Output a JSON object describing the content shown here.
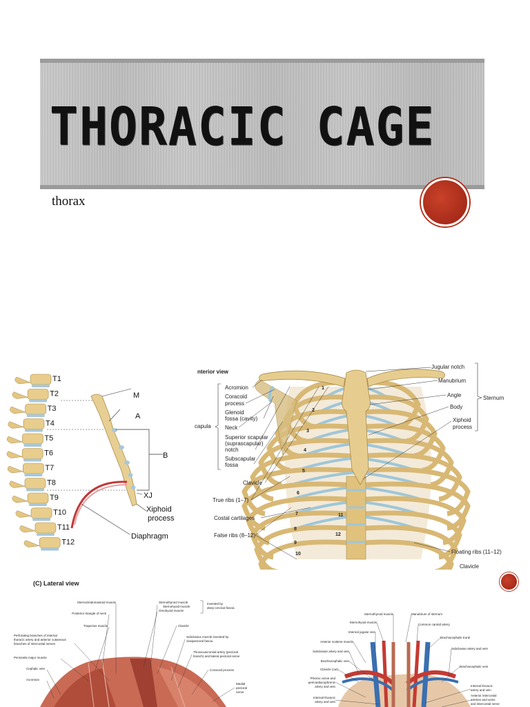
{
  "slide": {
    "title": "THORACIC CAGE",
    "subtitle": "thorax"
  },
  "spine_figure": {
    "vertebrae": [
      "T1",
      "T2",
      "T3",
      "T4",
      "T5",
      "T6",
      "T7",
      "T8",
      "T9",
      "T10",
      "T11",
      "T12"
    ],
    "sternum_labels": {
      "m": "M",
      "a": "A",
      "b": "B",
      "xj": "XJ"
    },
    "xiphoid_label": [
      "Xiphoid",
      "process"
    ],
    "diaphragm_label": "Diaphragm"
  },
  "anterior_figure": {
    "view_label": "nterior view",
    "scapula_label": "capula",
    "scapula_parts": [
      "Acromion",
      "Coracoid",
      "process",
      "Glenoid",
      "fossa (cavity)",
      "Neck",
      "Superior scapular",
      "(suprascapular)",
      "notch",
      "Subscapular",
      "fossa"
    ],
    "left_labels": {
      "clavicle": "Clavicle",
      "true_ribs": "True ribs (1–7)",
      "costal": "Costal cartilages",
      "false_ribs": "False ribs (8–12)"
    },
    "right_labels": {
      "jugular": "Jugular notch",
      "manubrium": "Manubrium",
      "angle": "Angle",
      "body": "Body",
      "xiphoid": "Xiphoid",
      "process": "process",
      "sternum": "Sternum",
      "floating": "Floating ribs (11–12)",
      "clavicle_cut": "Clavicle"
    },
    "rib_numbers": [
      "1",
      "2",
      "3",
      "4",
      "5",
      "6",
      "7",
      "8",
      "9",
      "10",
      "11",
      "12"
    ]
  },
  "lateral_figure": {
    "view_label": "(C) Lateral view",
    "labels": [
      "Sternocleidomastoid muscle",
      "Posterior triangle of neck",
      "Trapezius muscle",
      "Perforating branches of internal",
      "thoracic artery and anterior cutaneous",
      "branches of intercostal nerves",
      "Pectoralis major muscle",
      "Cephalic vein",
      "Acromion",
      "Sternothyroid muscle",
      "Sternohyoid muscle",
      "Omohyoid muscle",
      "Invested by",
      "deep cervical fascia",
      "Clavicle",
      "Subclavius muscle invested by",
      "clavipectoral fascia",
      "Thoracoacromial artery (pectoral",
      "branch) and lateral pectoral nerve",
      "Coracoid process",
      "Medial",
      "pectoral",
      "nerve"
    ]
  },
  "vessel_figure": {
    "labels": [
      "Sternothyroid muscle",
      "Manubrium of sternum",
      "Sternohyoid muscle",
      "Common carotid artery",
      "Internal jugular vein",
      "Brachiocephalic trunk",
      "Anterior scalene muscle",
      "Subclavian artery and vein",
      "Subclavian artery and vein",
      "Brachiocephalic vein",
      "Clavicle (cut)",
      "Brachiocephalic vein",
      "Phrenic nerve and",
      "pericardiacophrenic",
      "artery and vein",
      "Internal thoracic",
      "artery and vein",
      "Internal thoracic",
      "artery and vein",
      "Anterior intercostal",
      "arteries and veins",
      "and intercostal nerve"
    ]
  }
}
